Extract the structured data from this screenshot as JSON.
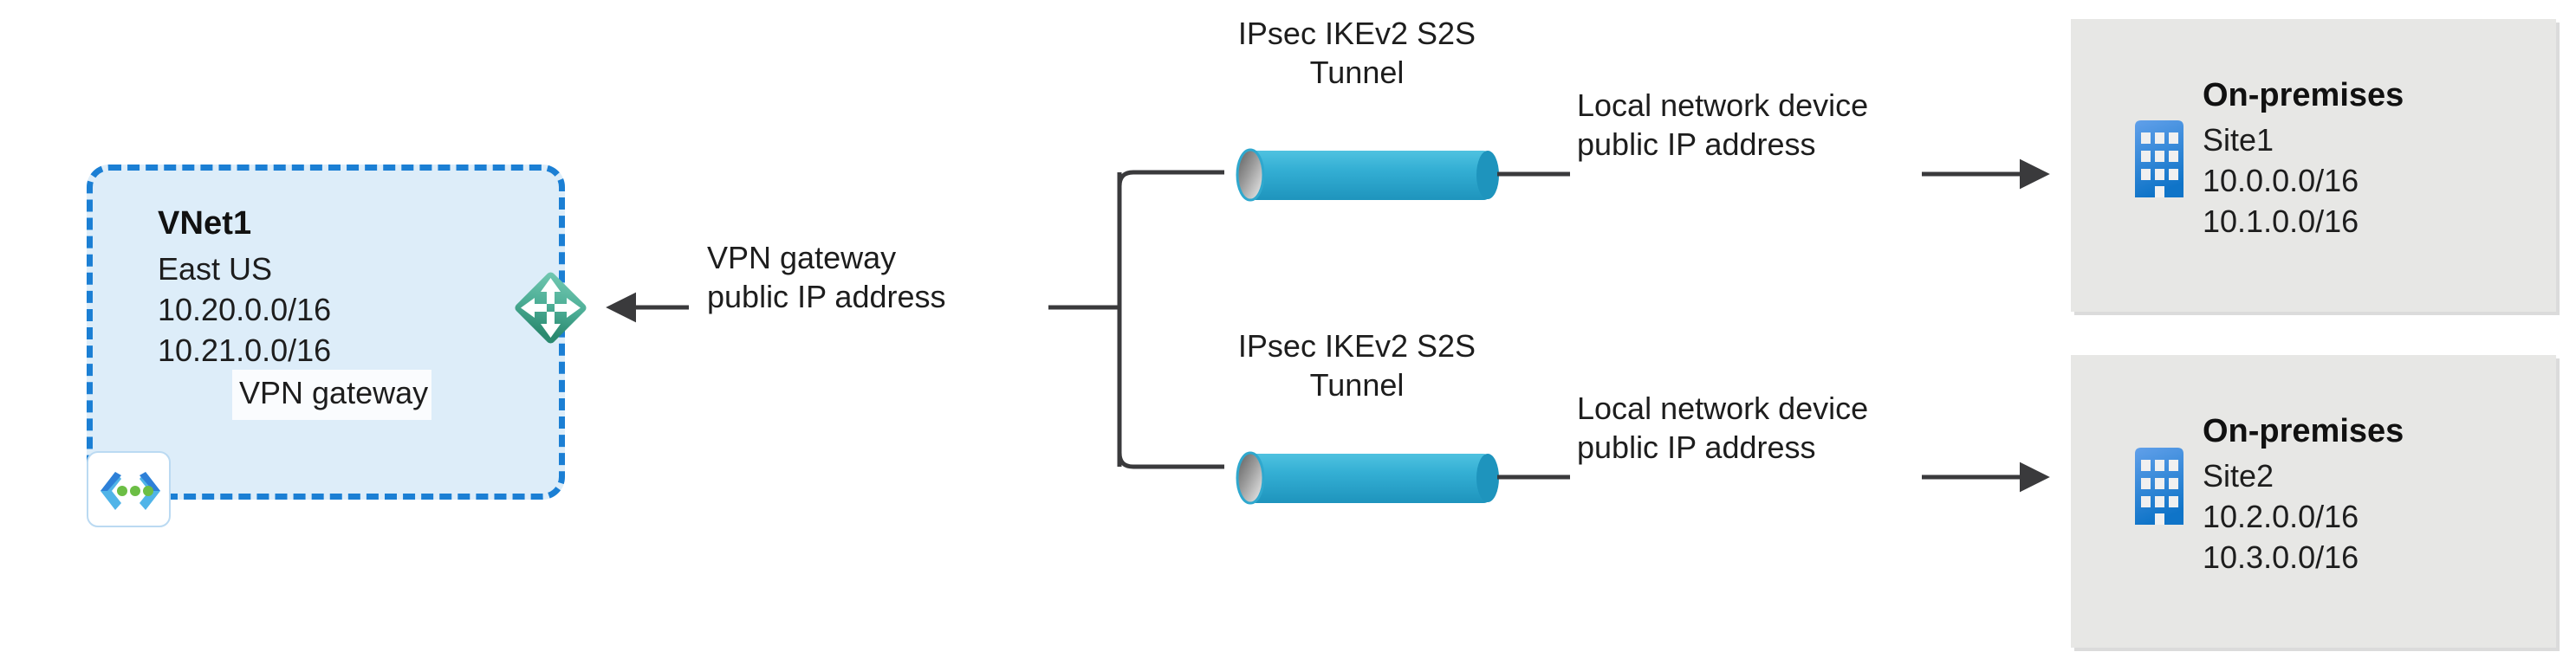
{
  "diagram": {
    "title": "Azure VPN Gateway site-to-site multi-site connection diagram",
    "colors": {
      "vnet_fill": "#DDEDF9",
      "vnet_border": "#1B7FD4",
      "onprem_fill": "#E7E7E5",
      "tunnel_blue": "#2FA8CE",
      "gateway_teal_light": "#6BC4AF",
      "gateway_teal_dark": "#2E8C73",
      "building_blue_light": "#5B9BE8",
      "building_blue_dark": "#0F74C8",
      "line": "#3A3A3C",
      "text": "#1d1d1d"
    }
  },
  "vnet": {
    "name": "VNet1",
    "region": "East US",
    "address_spaces": [
      "10.20.0.0/16",
      "10.21.0.0/16"
    ],
    "gateway_caption": "VPN gateway",
    "logo_icon": "azure-virtual-network-icon"
  },
  "gateway_link": {
    "label_line1": "VPN gateway",
    "label_line2": "public IP address",
    "arrow_direction": "left"
  },
  "tunnels": [
    {
      "label_line1": "IPsec IKEv2 S2S",
      "label_line2": "Tunnel",
      "icon": "tunnel-cylinder-icon",
      "local_device_line1": "Local network device",
      "local_device_line2": "public IP address",
      "arrow_direction": "right"
    },
    {
      "label_line1": "IPsec IKEv2 S2S",
      "label_line2": "Tunnel",
      "icon": "tunnel-cylinder-icon",
      "local_device_line1": "Local network device",
      "local_device_line2": "public IP address",
      "arrow_direction": "right"
    }
  ],
  "on_premises": [
    {
      "title": "On-premises",
      "site": "Site1",
      "address_spaces": [
        "10.0.0.0/16",
        "10.1.0.0/16"
      ],
      "icon": "office-building-icon"
    },
    {
      "title": "On-premises",
      "site": "Site2",
      "address_spaces": [
        "10.2.0.0/16",
        "10.3.0.0/16"
      ],
      "icon": "office-building-icon"
    }
  ]
}
